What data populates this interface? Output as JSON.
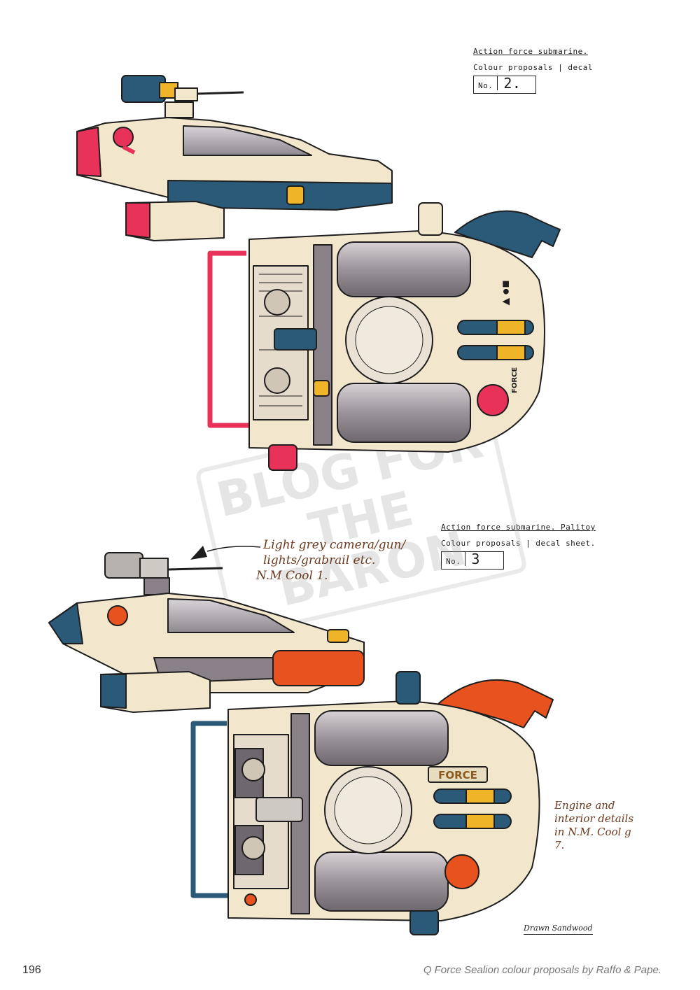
{
  "sheet1": {
    "title": "Action force submarine.",
    "subtitle": "Colour proposals | decal",
    "no_label": "No.",
    "no_value": "2."
  },
  "sheet2": {
    "title": "Action force submarine. Palitoy",
    "subtitle": "Colour proposals | decal sheet.",
    "no_label": "No.",
    "no_value": "3"
  },
  "annotation_top": {
    "line1": "Light grey camera/gun/",
    "line2": "lights/grabrail etc.",
    "line3": "N.M Cool 1."
  },
  "annotation_side": {
    "line1": "Engine and",
    "line2": "interior details",
    "line3": "in N.M. Cool g",
    "line4": "7."
  },
  "decals": {
    "force_small": "FORCE",
    "force_panel": "FORCE",
    "shapes": "▲●■"
  },
  "signature": "Drawn Sandwood",
  "watermark": "BLOG FOR THE BARON",
  "page_number": "196",
  "caption": "Q Force Sealion colour proposals by Raffo & Pape.",
  "colors": {
    "cream": "#f2e6cc",
    "red_variant": "#e8325a",
    "blue": "#2a5a78",
    "orange_variant": "#e8521e",
    "yellow": "#f0b428",
    "grey": "#8a8088"
  }
}
